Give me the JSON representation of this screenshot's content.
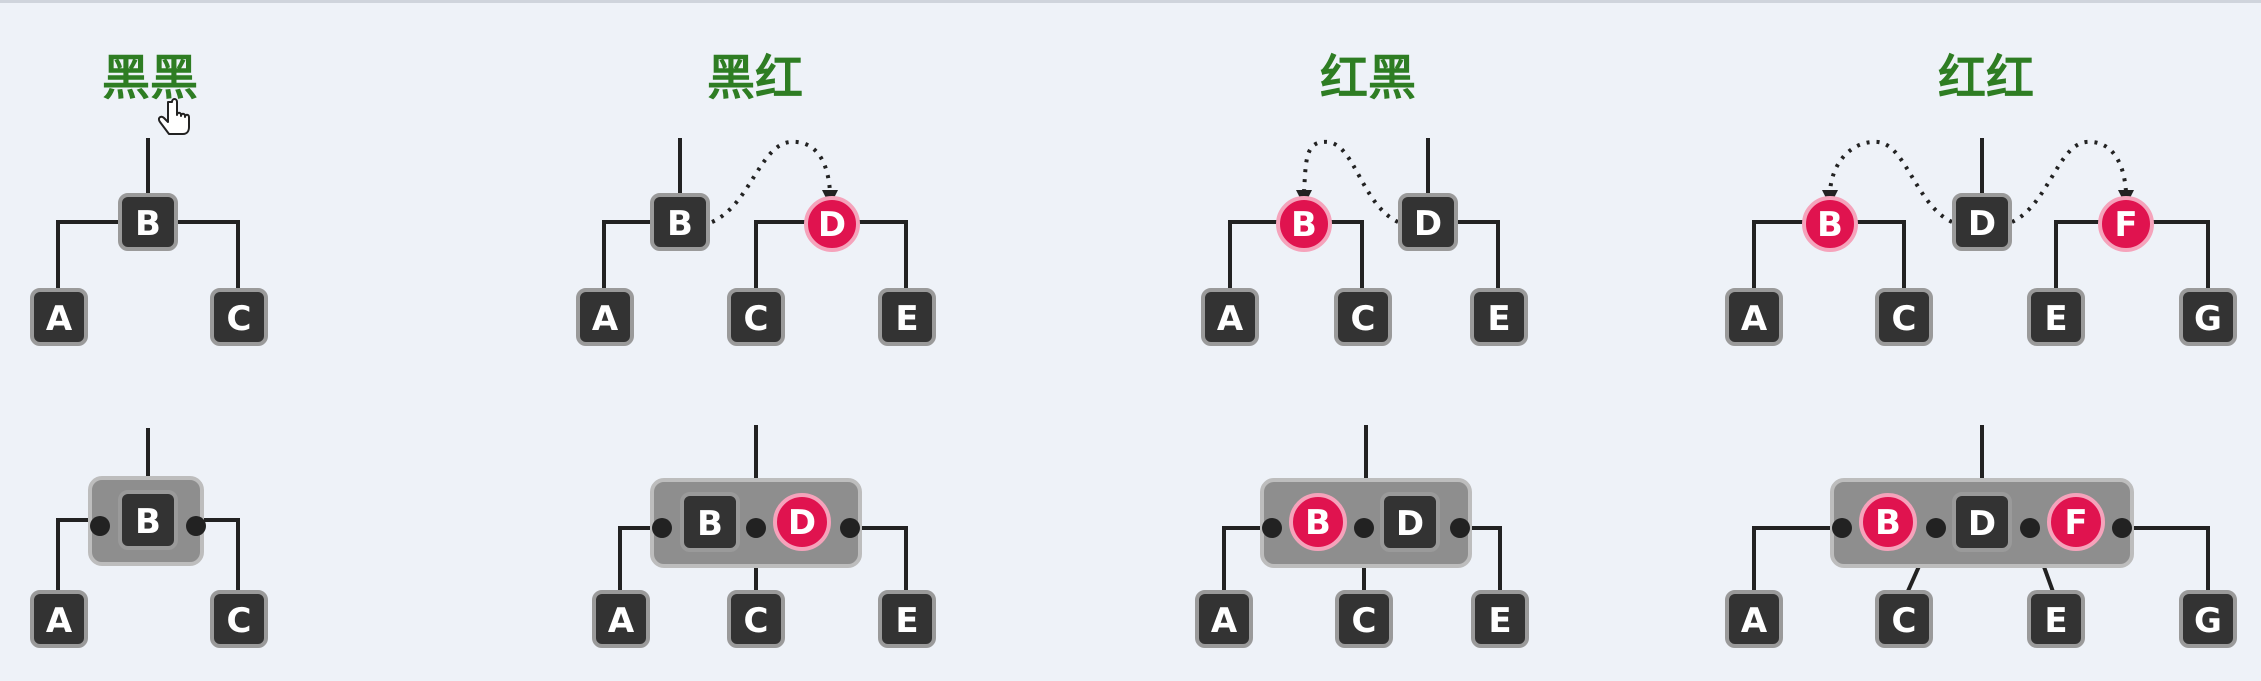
{
  "titles": [
    "黑黑",
    "黑红",
    "红黑",
    "红红"
  ],
  "colors": {
    "title_green": "#2e7d23",
    "black_node": "#333333",
    "red_node": "#e0134f",
    "merged_box": "#8e8e8e",
    "line": "#222222"
  },
  "nodes": {
    "A": "A",
    "B": "B",
    "C": "C",
    "D": "D",
    "E": "E",
    "F": "F",
    "G": "G"
  },
  "cursor_icon": "hand-pointer-icon"
}
